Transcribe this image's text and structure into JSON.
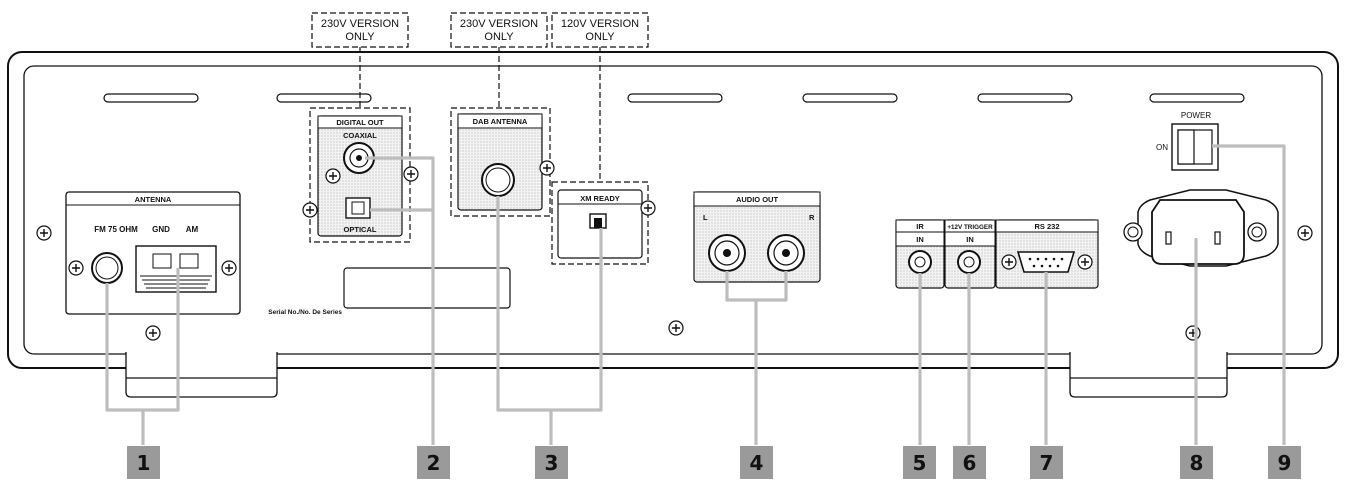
{
  "notes": {
    "digital_out": [
      "230V VERSION",
      "ONLY"
    ],
    "dab": [
      "230V VERSION",
      "ONLY"
    ],
    "xm": [
      "120V VERSION",
      "ONLY"
    ]
  },
  "panels": {
    "antenna": {
      "title": "ANTENNA",
      "fm": "FM 75 OHM",
      "gnd": "GND",
      "am": "AM"
    },
    "digital_out": {
      "title": "DIGITAL OUT",
      "coaxial": "COAXIAL",
      "optical": "OPTICAL"
    },
    "dab": {
      "title": "DAB ANTENNA"
    },
    "xm": {
      "title": "XM READY"
    },
    "audio_out": {
      "title": "AUDIO OUT",
      "left": "L",
      "right": "R"
    },
    "ir": {
      "title": "IR",
      "sub": "IN"
    },
    "trigger": {
      "title": "+12V TRIGGER",
      "sub": "IN"
    },
    "rs232": {
      "title": "RS 232"
    },
    "power": {
      "title": "POWER",
      "on": "ON"
    },
    "serial": "Serial No./No. De Series"
  },
  "callouts": [
    "1",
    "2",
    "3",
    "4",
    "5",
    "6",
    "7",
    "8",
    "9"
  ],
  "colors": {
    "callout_bg": "#9a9a9a",
    "leader": "#bdbdbd",
    "stipple": "#d8d8d8"
  }
}
